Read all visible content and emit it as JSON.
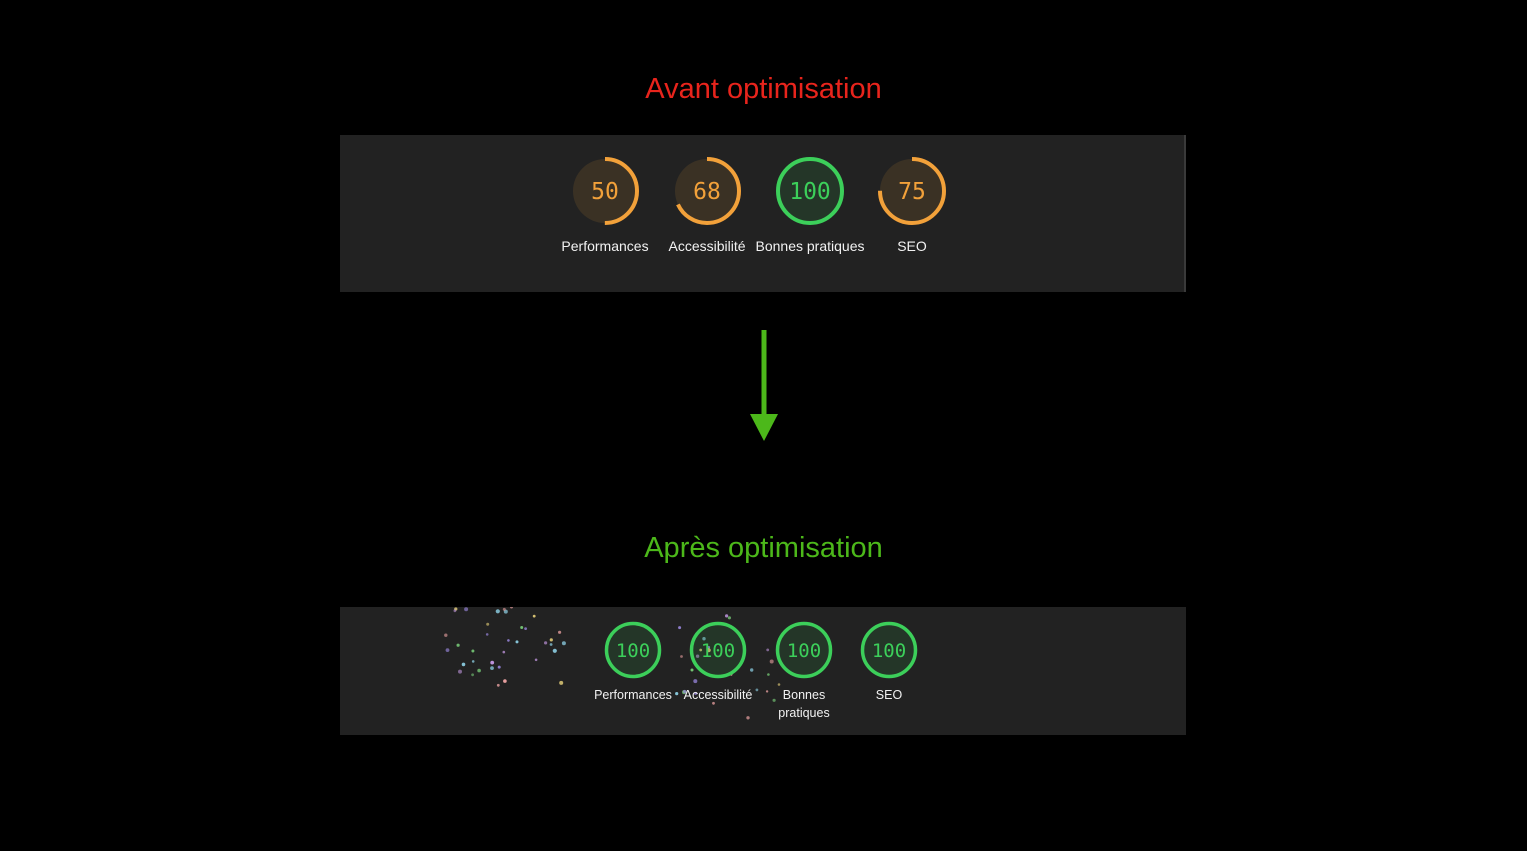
{
  "before": {
    "title": "Avant optimisation",
    "title_color": "#e8241c",
    "scores": [
      {
        "label": "Performances",
        "value": "50",
        "score": 50,
        "color": "#f2a13a"
      },
      {
        "label": "Accessibilité",
        "value": "68",
        "score": 68,
        "color": "#f2a13a"
      },
      {
        "label": "Bonnes pratiques",
        "value": "100",
        "score": 100,
        "color": "#3ccf5a"
      },
      {
        "label": "SEO",
        "value": "75",
        "score": 75,
        "color": "#f2a13a"
      }
    ]
  },
  "arrow": {
    "icon": "arrow-down-icon",
    "color": "#4cb81a"
  },
  "after": {
    "title": "Après optimisation",
    "title_color": "#4cb81a",
    "scores": [
      {
        "label": "Performances",
        "value": "100",
        "score": 100,
        "color": "#3ccf5a"
      },
      {
        "label": "Accessibilité",
        "value": "100",
        "score": 100,
        "color": "#3ccf5a"
      },
      {
        "label": "Bonnes pratiques",
        "value": "100",
        "score": 100,
        "color": "#3ccf5a"
      },
      {
        "label": "SEO",
        "value": "100",
        "score": 100,
        "color": "#3ccf5a"
      }
    ]
  }
}
